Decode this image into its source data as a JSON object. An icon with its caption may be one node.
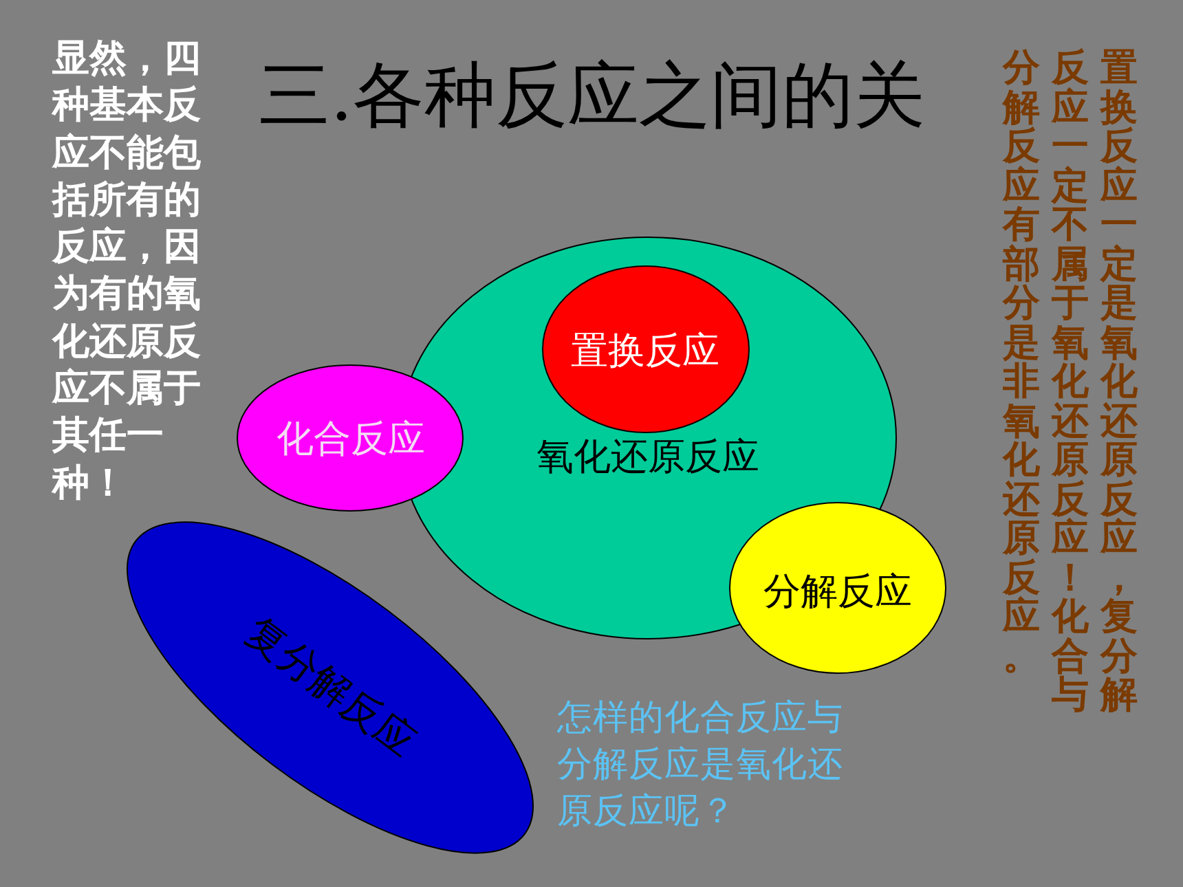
{
  "diagram": {
    "title": "三.各种反应之间的关",
    "nodes": [
      {
        "text": [
          "氧化还原反应"
        ]
      },
      {
        "text": [
          "置换反应"
        ],
        "in": 0
      },
      {
        "text": [
          "化合反应"
        ]
      },
      {
        "text": [
          "分解反应"
        ]
      },
      {
        "text": [
          "复分解反应"
        ]
      }
    ],
    "labels": [
      "显然，四种基本反应不能包括所有的反应，因为有的氧化还原反应不属于其任一种！",
      "置换反应一定是氧化还原反应，复分解反应一定不属于氧化还原反应！化合与分解反应有部分是非氧化还原反应。",
      "怎样的化合反应与分解反应是氧化还原反应呢？"
    ]
  }
}
